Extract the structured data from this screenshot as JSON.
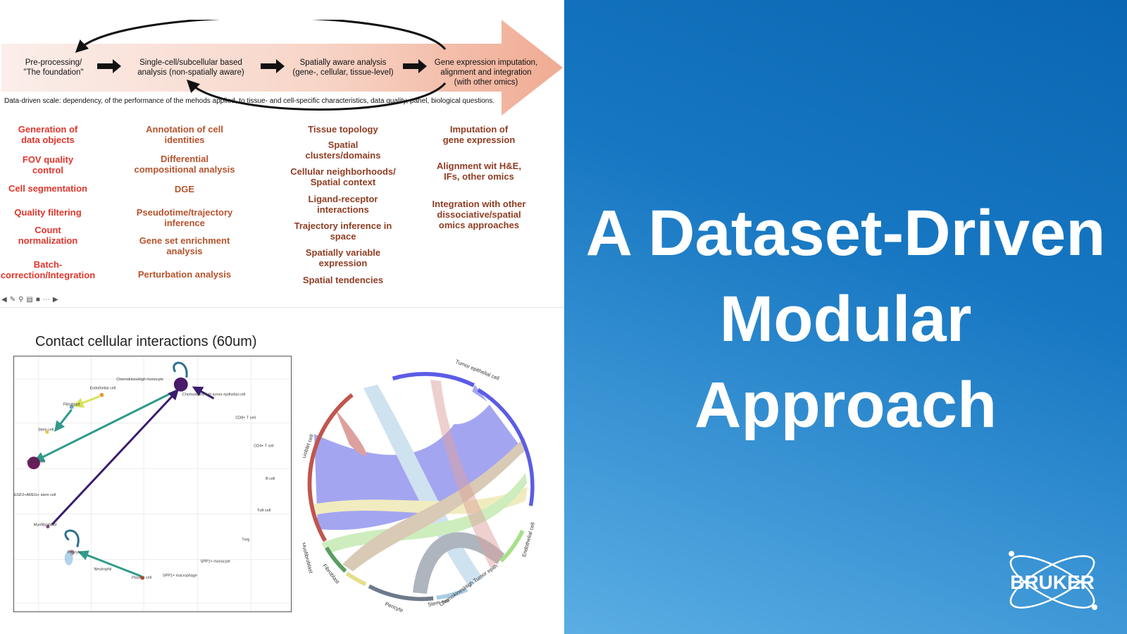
{
  "workflow": {
    "stages": [
      {
        "line1": "Pre-processing/",
        "line2": "\"The foundation\""
      },
      {
        "line1": "Single-cell/subcellular based",
        "line2": "analysis (non-spatially aware)"
      },
      {
        "line1": "Spatially aware analysis",
        "line2": "(gene-, cellular, tissue-level)"
      },
      {
        "line1": "Gene expression imputation,",
        "line2": "alignment and integration",
        "line3": "(with other omics)"
      }
    ],
    "scale_note": "Data-driven scale: dependency, of the performance of the mehods applied, to tissue- and cell-specific characteristics, data quality, panel, biological questions."
  },
  "columns": [
    {
      "items": [
        "Generation of\ndata objects",
        "FOV quality\ncontrol",
        "Cell segmentation",
        "Quality filtering",
        "Count\nnormalization",
        "Batch-\ncorrection/Integration"
      ]
    },
    {
      "items": [
        "Annotation of cell\nidentities",
        "Differential\ncompositional analysis",
        "DGE",
        "Pseudotime/trajectory\ninference",
        "Gene set enrichment\nanalysis",
        "Perturbation analysis"
      ]
    },
    {
      "items": [
        "Tissue topology",
        "Spatial\nclusters/domains",
        "Cellular neighborhoods/\nSpatial context",
        "Ligand-receptor\ninteractions",
        "Trajectory inference in\nspace",
        "Spatially variable\nexpression",
        "Spatial tendencies"
      ]
    },
    {
      "items": [
        "Imputation of\ngene expression",
        "Alignment wit H&E,\nIFs, other omics",
        "Integration with other\ndissociative/spatial\nomics approaches"
      ]
    }
  ],
  "toolbar_icons": [
    "back-icon",
    "pen-icon",
    "zoom-icon",
    "caption-icon",
    "camera-icon",
    "more-icon",
    "forward-icon"
  ],
  "network": {
    "title": "Contact cellular interactions (60um)",
    "nodes": [
      "Endothelial cell",
      "Fibroblast",
      "Stem cell",
      "Goblet cell",
      "ChemokinesHigh monocyte",
      "ChemokinesHigh tumor epithelial cell",
      "CD8+ T cell",
      "CD4+ T cell",
      "B cell",
      "Tuft cell",
      "Treg",
      "EGF2+AREG+ stem cell",
      "Myofibroblast",
      "Pericyte",
      "Neutrophil",
      "Plasma cell",
      "SPP1+ macrophage",
      "SPP1+ monocyte"
    ]
  },
  "chord": {
    "labels": [
      "Tumor epithelial cell",
      "Goblet cell",
      "Myofibroblast",
      "Fibroblast",
      "Pericyte",
      "Stem cell",
      "ChemokinesHigh Tumor epith",
      "Endothelial cell"
    ],
    "colors": [
      "#5b5ce6",
      "#c0564e",
      "#5a9d63",
      "#e6dd8c",
      "#6d7a8a",
      "#a9cce4",
      "#a6e08a"
    ]
  },
  "headline": {
    "line1": "A Dataset-Driven",
    "line2": "Modular",
    "line3": "Approach"
  },
  "brand": {
    "name": "BRUKER"
  }
}
